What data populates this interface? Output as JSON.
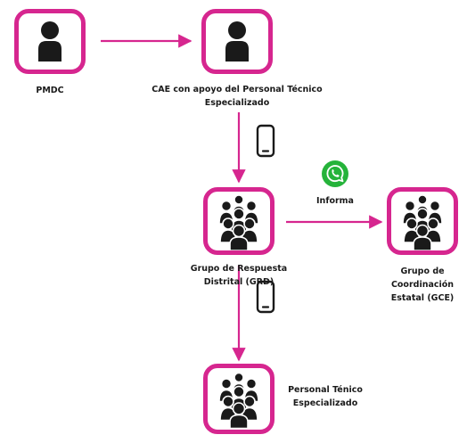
{
  "nodes": {
    "pmdc": {
      "label": "PMDC",
      "icon": "person-icon"
    },
    "cae": {
      "label_line1": "CAE con apoyo del Personal Técnico",
      "label_line2": "Especializado",
      "icon": "person-icon"
    },
    "grd": {
      "label_line1": "Grupo de Respuesta",
      "label_line2": "Distrital (GRD)",
      "icon": "group-icon"
    },
    "gce": {
      "label_line1": "Grupo de",
      "label_line2": "Coordinación",
      "label_line3": "Estatal (GCE)",
      "icon": "group-icon"
    },
    "pte": {
      "label_line1": "Personal Ténico",
      "label_line2": "Especializado",
      "icon": "group-icon"
    }
  },
  "edges": {
    "grd_to_gce": {
      "label": "Informa",
      "icon": "whatsapp-icon"
    },
    "cae_to_grd": {
      "icon": "phone-icon"
    },
    "grd_to_pte": {
      "icon": "phone-icon"
    }
  },
  "colors": {
    "accent": "#d6268f",
    "icon_dark": "#1a1a1a",
    "whatsapp": "#25b33a"
  }
}
